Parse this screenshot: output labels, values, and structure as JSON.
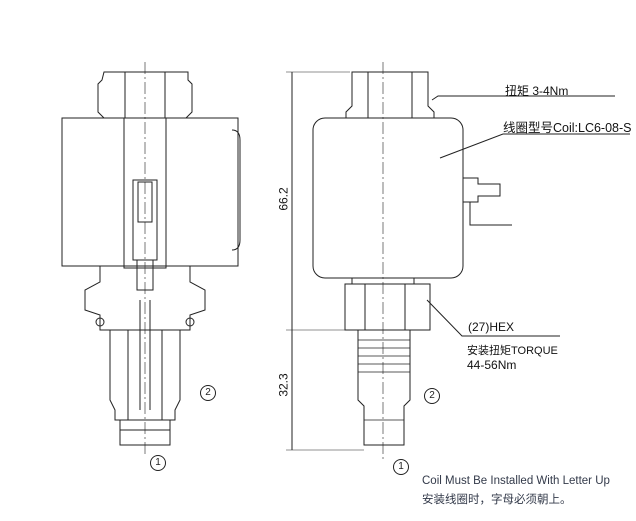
{
  "labels": {
    "torque_top": "扭矩 3-4Nm",
    "coil_model": "线圈型号Coil:LC6-08-S",
    "hex": "(27)HEX",
    "install_torque": "安装扭矩TORQUE",
    "install_torque_value": "44-56Nm"
  },
  "dimensions": {
    "upper": "66.2",
    "lower": "32.3"
  },
  "ports": {
    "port1": "1",
    "port2": "2"
  },
  "notes": {
    "en": "Coil Must Be Installed With Letter Up",
    "cn": "安装线圈时，字母必须朝上。"
  }
}
